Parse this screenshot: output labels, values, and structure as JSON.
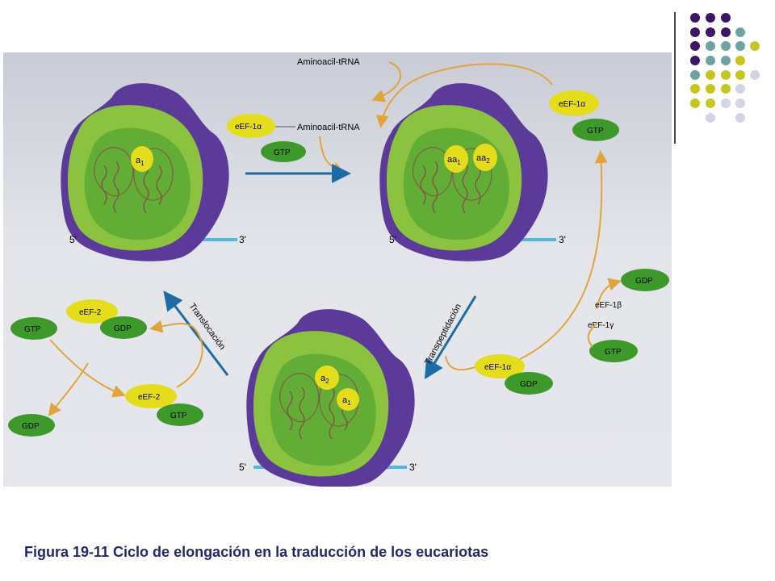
{
  "caption": "Figura 19-11 Ciclo de elongación en la traducción de los eucariotas",
  "labels": {
    "aminoacil_trna_top": "Aminoacil-tRNA",
    "aminoacil_trna_mid": "Aminoacil-tRNA",
    "eef1a_left": "eEF-1α",
    "gtp_left": "GTP",
    "eef1a_right": "eEF-1α",
    "gtp_right": "GTP",
    "gdp_right": "GDP",
    "eef1b": "eEF-1β",
    "eef1g": "eEF-1γ",
    "gtp_right_low": "GTP",
    "eef1a_bottom": "eEF-1α",
    "gdp_bottom": "GDP",
    "transpeptidacion": "Transpeptidación",
    "translocacion": "Translocación",
    "eef2_top": "eEF-2",
    "gtp_ef2_top": "GTP",
    "gdp_ef2_top": "GDP",
    "eef2_bottom": "eEF-2",
    "gtp_ef2_bottom": "GTP",
    "gdp_ef2_bottom": "GDP",
    "r1_a1": "a",
    "r1_a1_sub": "1",
    "r1_5p": "5'",
    "r1_3p": "3'",
    "r2_aa1": "aa",
    "r2_aa1_sub": "1",
    "r2_aa2": "aa",
    "r2_aa2_sub": "2",
    "r2_5p": "5'",
    "r2_3p": "3'",
    "r3_a2": "a",
    "r3_a2_sub": "2",
    "r3_a1": "a",
    "r3_a1_sub": "1",
    "r3_5p": "5'",
    "r3_3p": "3'"
  },
  "colors": {
    "purple": "#5b3a9a",
    "green_light": "#8fcf3a",
    "green_dark": "#3d9a2a",
    "yellow": "#e5dd1b",
    "mrna": "#4fb6e8",
    "arrow_blue": "#1d6ca6",
    "arrow_orange": "#e2a43a",
    "dot_purple": "#3d1466",
    "dot_teal": "#6fa3a3",
    "dot_olive": "#c6c621",
    "dot_lavender": "#d3d3e6"
  }
}
